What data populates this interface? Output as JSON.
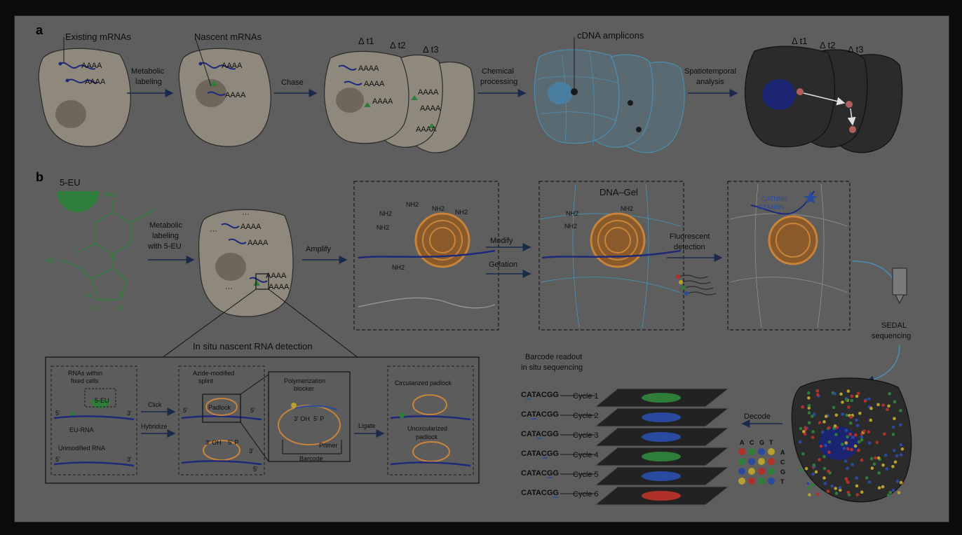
{
  "panel_a": {
    "letter": "a",
    "existing": "Existing mRNAs",
    "nascent": "Nascent mRNAs",
    "metabolic_1": "Metabolic",
    "metabolic_2": "labeling",
    "chase": "Chase",
    "t1": "Δ t1",
    "t2": "Δ t2",
    "t3": "Δ t3",
    "chemical_1": "Chemical",
    "chemical_2": "processing",
    "cdna": "cDNA amplicons",
    "spatio_1": "Spatiotemporal",
    "spatio_2": "analysis",
    "t1b": "Δ t1",
    "t2b": "Δ t2",
    "t3b": "Δ t3",
    "polyA": "AAAA"
  },
  "panel_b": {
    "letter": "b",
    "eu": "5-EU",
    "chem": {
      "nh2": "NH2",
      "o": "O",
      "n": "N",
      "ho": "HO",
      "h": "H",
      "oh": "OH"
    },
    "metab_1": "Metabolic",
    "metab_2": "labeling",
    "metab_3": "with 5-EU",
    "polyA": "AAAA",
    "dots": "···",
    "amplify": "Amplify",
    "modify": "Modify",
    "gelation": "Gelation",
    "nh2": "NH2",
    "dna_gel": "DNA–Gel",
    "fluor_1": "Fluorescent",
    "fluor_2": "detection",
    "seq1": "CATNNN",
    "seq2": "GTANNN",
    "sedal_1": "SEDAL",
    "sedal_2": "sequencing",
    "insitu_title": "In situ nascent RNA detection",
    "rnas_1": "RNAs within",
    "rnas_2": "fixed cells",
    "eu_tag": "5-EU",
    "eu_rna": "EU-RNA",
    "unmod": "Unmodified RNA",
    "p5": "5'",
    "p3": "3'",
    "click": "Click",
    "hybridize": "Hybridize",
    "azide_1": "Azide-modified",
    "azide_2": "splint",
    "padlock": "Padlock",
    "oh3": "3' OH",
    "p5p": "5' P",
    "polym_1": "Polymerization",
    "polym_2": "blocker",
    "primer": "Primer",
    "barcode": "Barcode",
    "ligate": "Ligate",
    "circ": "Circularized padlock",
    "uncirc_1": "Uncircularized",
    "uncirc_2": "padlock",
    "readout_1": "Barcode readout",
    "readout_2": "in situ sequencing",
    "barcode_seq": "CATACGG",
    "cycles": [
      "Cycle 1",
      "Cycle 2",
      "Cycle 3",
      "Cycle 4",
      "Cycle 5",
      "Cycle 6"
    ],
    "decode": "Decode",
    "bases_row": [
      "A",
      "C",
      "G",
      "T"
    ],
    "bases_col": [
      "A",
      "C",
      "G",
      "T"
    ]
  },
  "colors": {
    "panel_bg": "#5e5e5e",
    "cell_beige": "#8f887c",
    "nucleus": "#6e665a",
    "rna_blue": "#1e2a78",
    "green": "#2e7d3a",
    "orange": "#c8843a",
    "cyan": "#4a8fb0",
    "dark_cell": "#2b2b2b",
    "red": "#b0302a",
    "yellow": "#b8a030"
  }
}
